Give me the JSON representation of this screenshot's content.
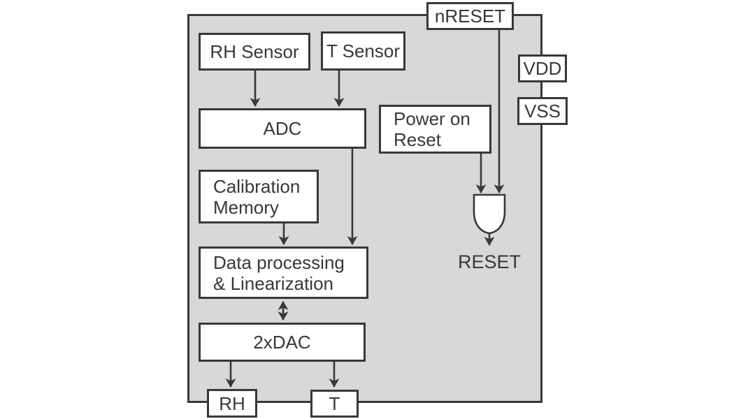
{
  "colors": {
    "background": "#ffffff",
    "chip_fill": "#d8d8d8",
    "box_fill": "#ffffff",
    "stroke": "#383838",
    "text": "#383838"
  },
  "blocks": {
    "rh_sensor": {
      "label": "RH Sensor"
    },
    "t_sensor": {
      "label": "T Sensor"
    },
    "adc": {
      "label": "ADC"
    },
    "power_on_reset": {
      "label": "Power on\nReset"
    },
    "calibration_memory": {
      "label": "Calibration\nMemory"
    },
    "data_processing": {
      "label": "Data processing\n& Linearization"
    },
    "dac": {
      "label": "2xDAC"
    }
  },
  "pins": {
    "nreset": {
      "label": "nRESET"
    },
    "vdd": {
      "label": "VDD"
    },
    "vss": {
      "label": "VSS"
    },
    "rh_output": {
      "label": "RH"
    },
    "t_output": {
      "label": "T"
    }
  },
  "annotations": {
    "reset": "RESET"
  },
  "connections": [
    {
      "from": "RH Sensor",
      "to": "ADC"
    },
    {
      "from": "T Sensor",
      "to": "ADC"
    },
    {
      "from": "ADC",
      "to": "Data processing & Linearization"
    },
    {
      "from": "Calibration Memory",
      "to": "Data processing & Linearization"
    },
    {
      "from": "Data processing & Linearization",
      "to": "2xDAC",
      "bidirectional": true
    },
    {
      "from": "2xDAC",
      "to": "RH"
    },
    {
      "from": "2xDAC",
      "to": "T"
    },
    {
      "from": "nRESET",
      "to": "reset-gate"
    },
    {
      "from": "Power on Reset",
      "to": "reset-gate"
    },
    {
      "from": "reset-gate",
      "to": "RESET"
    }
  ]
}
